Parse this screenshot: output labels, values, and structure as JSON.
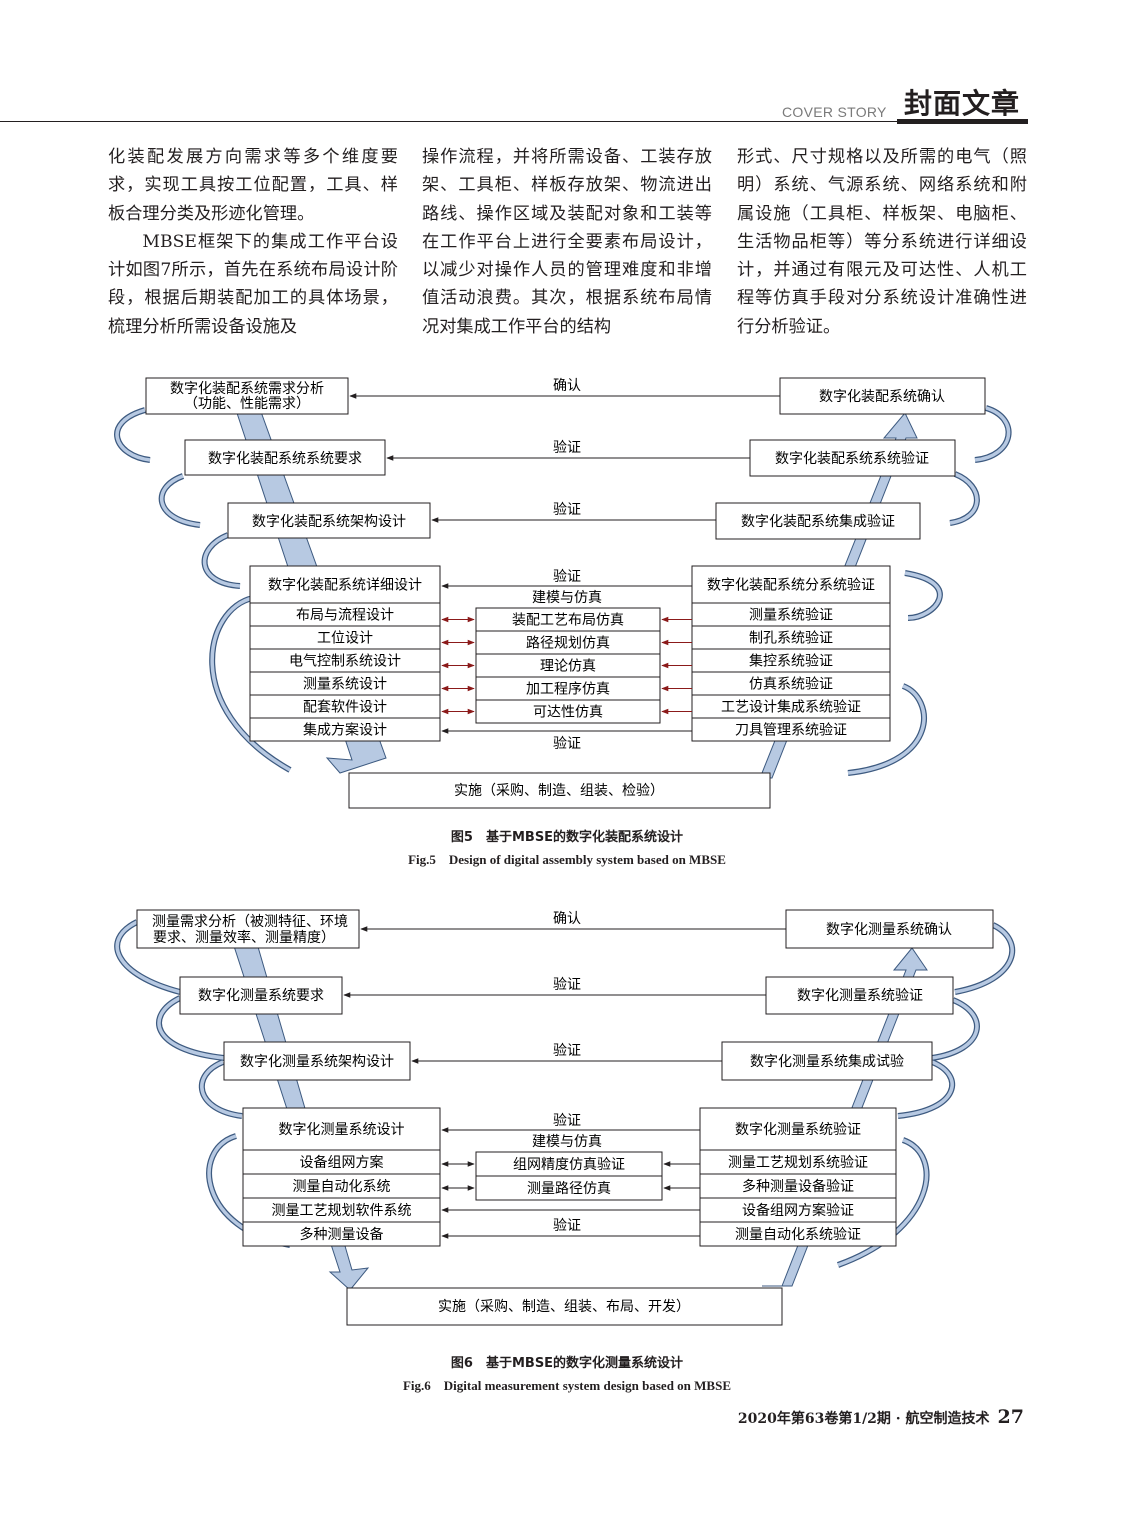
{
  "header": {
    "section_en": "COVER STORY",
    "section_cn": "封面文章"
  },
  "columns": [
    {
      "paragraphs": [
        "化装配发展方向需求等多个维度要求，实现工具按工位配置，工具、样板合理分类及形迹化管理。",
        "MBSE框架下的集成工作平台设计如图7所示，首先在系统布局设计阶段，根据后期装配加工的具体场景，梳理分析所需设备设施及"
      ]
    },
    {
      "paragraphs": [
        "操作流程，并将所需设备、工装存放架、工具柜、样板存放架、物流进出路线、操作区域及装配对象和工装等在工作平台上进行全要素布局设计，以减少对操作人员的管理难度和非增值活动浪费。其次，根据系统布局情况对集成工作平台的结构"
      ]
    },
    {
      "paragraphs": [
        "形式、尺寸规格以及所需的电气（照明）系统、气源系统、网络系统和附属设施（工具柜、样板架、电脑柜、生活物品柜等）等分系统进行详细设计，并通过有限元及可达性、人机工程等仿真手段对分系统设计准确性进行分析验证。"
      ]
    }
  ],
  "fig5": {
    "left_boxes": [
      "数字化装配系统需求分析",
      "（功能、性能需求）",
      "数字化装配系统系统要求",
      "数字化装配系统架构设计"
    ],
    "right_boxes": [
      "数字化装配系统确认",
      "数字化装配系统系统验证",
      "数字化装配系统集成验证"
    ],
    "arrow_labels": [
      "确认",
      "验证",
      "验证",
      "验证",
      "验证"
    ],
    "left_detail": {
      "title": "数字化装配系统详细设计",
      "rows": [
        "布局与流程设计",
        "工位设计",
        "电气控制系统设计",
        "测量系统设计",
        "配套软件设计",
        "集成方案设计"
      ]
    },
    "middle": {
      "title": "建模与仿真",
      "rows": [
        "装配工艺布局仿真",
        "路径规划仿真",
        "理论仿真",
        "加工程序仿真",
        "可达性仿真"
      ]
    },
    "right_detail": {
      "title": "数字化装配系统分系统验证",
      "rows": [
        "测量系统验证",
        "制孔系统验证",
        "集控系统验证",
        "仿真系统验证",
        "工艺设计集成系统验证",
        "刀具管理系统验证"
      ]
    },
    "bottom": "实施（采购、制造、组装、检验）",
    "caption_cn": "图5　基于MBSE的数字化装配系统设计",
    "caption_en": "Fig.5　Design of digital assembly system based on MBSE"
  },
  "fig6": {
    "left_boxes": [
      "测量需求分析（被测特征、环境",
      "要求、测量效率、测量精度）",
      "数字化测量系统要求",
      "数字化测量系统架构设计"
    ],
    "right_boxes": [
      "数字化测量系统确认",
      "数字化测量系统验证",
      "数字化测量系统集成试验"
    ],
    "arrow_labels": [
      "确认",
      "验证",
      "验证",
      "验证",
      "验证"
    ],
    "left_detail": {
      "title": "数字化测量系统设计",
      "rows": [
        "设备组网方案",
        "测量自动化系统",
        "测量工艺规划软件系统",
        "多种测量设备"
      ]
    },
    "middle": {
      "title": "建模与仿真",
      "rows": [
        "组网精度仿真验证",
        "测量路径仿真"
      ]
    },
    "right_detail": {
      "title": "数字化测量系统验证",
      "rows": [
        "测量工艺规划系统验证",
        "多种测量设备验证",
        "设备组网方案验证",
        "测量自动化系统验证"
      ]
    },
    "bottom": "实施（采购、制造、组装、布局、开发）",
    "caption_cn": "图6　基于MBSE的数字化测量系统设计",
    "caption_en": "Fig.6　Digital measurement system design based on MBSE"
  },
  "footer": {
    "issue": "2020年第63卷第1/2期 · 航空制造技术",
    "page": "27"
  },
  "colors": {
    "band_fill": "#b7c9e2",
    "band_stroke": "#3d5a80",
    "red_arrow": "#8b1a1a",
    "ink": "#231f20"
  }
}
